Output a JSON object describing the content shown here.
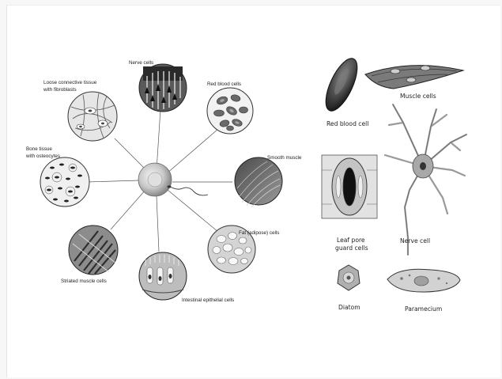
{
  "left_diagram": {
    "labels": {
      "nerve": "Nerve cells",
      "loose_line1": "Loose connective tissue",
      "loose_line2": "with fibroblasts",
      "rbc": "Red blood cells",
      "bone_line1": "Bone tissue",
      "bone_line2": "with osteocytes",
      "smooth": "Smooth muscle",
      "fat": "Fat (adipose) cells",
      "striated": "Striated muscle cells",
      "intestinal": "Intestinal epithelial cells"
    }
  },
  "right_diagram": {
    "labels": {
      "rbc": "Red blood cell",
      "muscle": "Muscle cells",
      "leaf_line1": "Leaf pore",
      "leaf_line2": "guard cells",
      "nerve": "Nerve cell",
      "diatom": "Diatom",
      "paramecium": "Paramecium"
    }
  }
}
